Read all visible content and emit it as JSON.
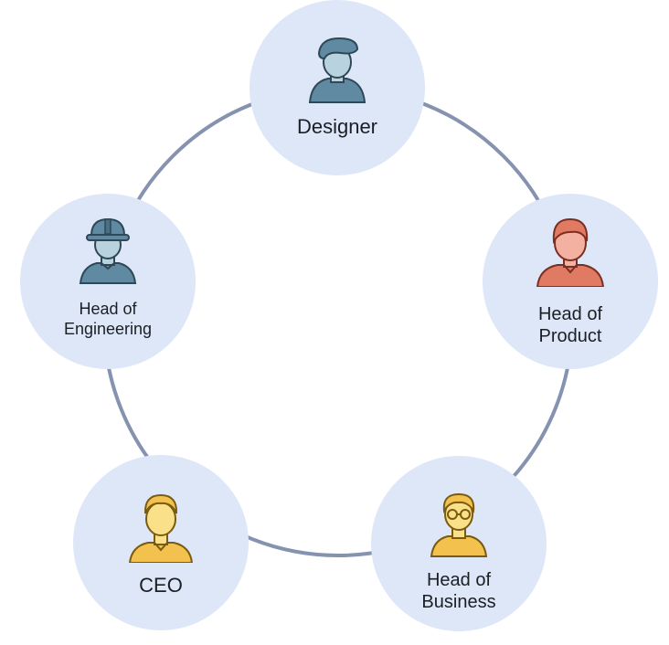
{
  "colors": {
    "ring": "#8693b0",
    "node_fill": "#dde7f8",
    "designer_icon": "#5f8aa1",
    "engineering_icon": "#5f8aa1",
    "product_icon": "#e07a62",
    "business_icon": "#f2c14e",
    "ceo_icon": "#f2c14e"
  },
  "nodes": {
    "designer": {
      "icon": "designer-beret-icon",
      "label": "Designer"
    },
    "product": {
      "icon": "product-person-icon",
      "label_line1": "Head of",
      "label_line2": "Product"
    },
    "business": {
      "icon": "business-glasses-icon",
      "label_line1": "Head of",
      "label_line2": "Business"
    },
    "ceo": {
      "icon": "ceo-person-icon",
      "label": "CEO"
    },
    "engineering": {
      "icon": "engineering-hardhat-icon",
      "label_line1": "Head of",
      "label_line2": "Engineering"
    }
  }
}
